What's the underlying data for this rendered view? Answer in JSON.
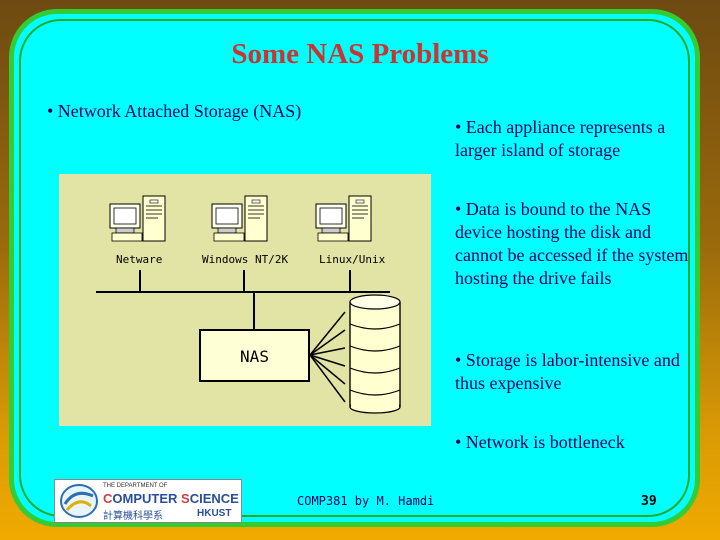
{
  "slide": {
    "title": "Some NAS Problems",
    "left_bullet": "• Network Attached Storage (NAS)",
    "bullets": [
      "• Each appliance represents a larger island of storage",
      "• Data is bound to the NAS device hosting the disk and cannot be accessed if the system hosting the drive fails",
      "• Storage is labor-intensive and thus expensive",
      "• Network is bottleneck"
    ]
  },
  "diagram": {
    "clients": [
      "Netware",
      "Windows NT/2K",
      "Linux/Unix"
    ],
    "nas_label": "NAS"
  },
  "footer": {
    "logo_top": "THE DEPARTMENT OF",
    "logo_name_c": "C",
    "logo_name_1": "OMPUTER",
    "logo_name_s": "S",
    "logo_name_2": "CIENCE",
    "logo_chinese": "計算機科學系",
    "logo_hkust": "HKUST",
    "credit": "COMP381 by M. Hamdi",
    "page_number": "39"
  },
  "colors": {
    "title": "#cc3333",
    "text": "#000066",
    "card": "#00ffff",
    "card_border": "#33cc33",
    "panel": "#e2e4a6"
  }
}
